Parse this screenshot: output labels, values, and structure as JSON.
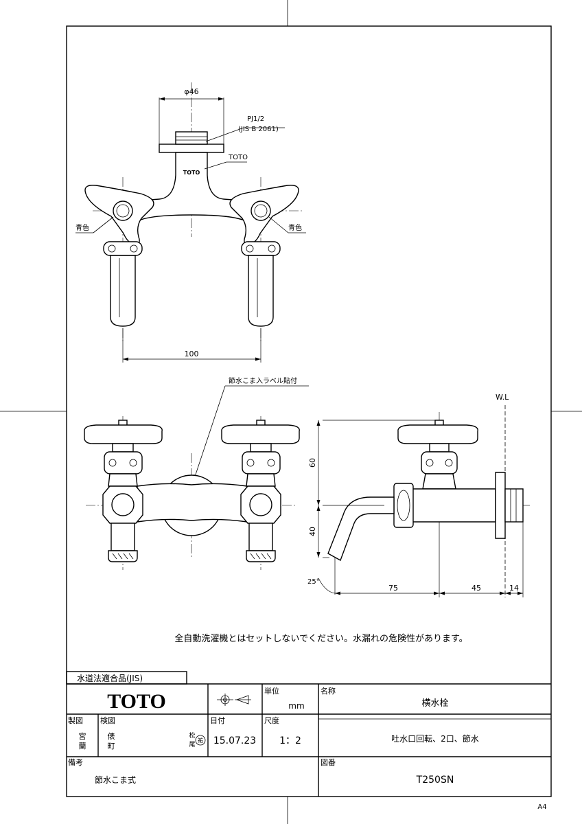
{
  "drawing": {
    "dimensions": {
      "phi46": "φ46",
      "thread_spec": "PJ1/2",
      "thread_standard": "(JIS B 2061)",
      "brand_leader": "TOTO",
      "body_logo": "TOTO",
      "blue_left": "青色",
      "blue_right": "青色",
      "spacing_100": "100",
      "label_note": "節水こま入ラベル貼付",
      "water_level": "W.L",
      "height_60": "60",
      "height_40": "40",
      "angle_25": "25°",
      "length_75": "75",
      "length_45": "45",
      "length_14": "14"
    },
    "warning": "全自動洗濯機とはセットしないでください。水漏れの危険性があります。"
  },
  "title_block": {
    "compliance": "水道法適合品(JIS)",
    "logo": "TOTO",
    "unit_label": "単位",
    "unit_value": "mm",
    "name_label": "名称",
    "product_name": "横水栓",
    "drawn_label": "製図",
    "drawn_by_1": "宮",
    "drawn_by_2": "蘭",
    "checked_label": "検図",
    "checked_by_1": "俵",
    "checked_by_2": "町",
    "approved_1": "松",
    "approved_2": "尾",
    "approved_stamp": "祐",
    "date_label": "日付",
    "date_value": "15.07.23",
    "scale_label": "尺度",
    "scale_value": "1：2",
    "description": "吐水口回転、2口、節水",
    "remarks_label": "備考",
    "remarks_value": "節水こま式",
    "drawing_no_label": "図番",
    "drawing_no": "T250SN"
  },
  "paper_size": "A4"
}
